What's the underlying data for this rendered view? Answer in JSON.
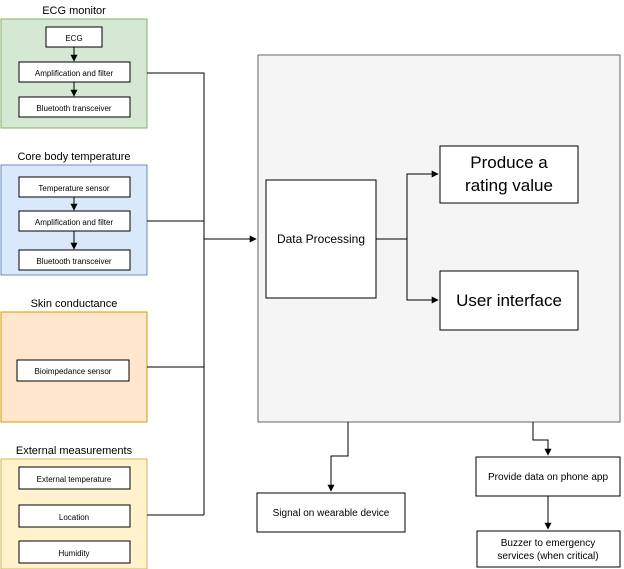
{
  "groups": {
    "ecg": {
      "title": "ECG monitor",
      "fill": "#d5e8d4",
      "stroke": "#82b366",
      "blocks": [
        "ECG",
        "Amplification and filter",
        "Bluetooth transceiver"
      ]
    },
    "core_temp": {
      "title": "Core body temperature",
      "fill": "#dae8fc",
      "stroke": "#6c8ebf",
      "blocks": [
        "Temperature sensor",
        "Amplification and filter",
        "Bluetooth transceiver"
      ]
    },
    "skin": {
      "title": "Skin conductance",
      "fill": "#ffe6cc",
      "stroke": "#d79b00",
      "blocks": [
        "Bioimpedance sensor"
      ]
    },
    "external": {
      "title": "External measurements",
      "fill": "#fff2cc",
      "stroke": "#d6b656",
      "blocks": [
        "External temperature",
        "Location",
        "Humidity"
      ]
    }
  },
  "processing": {
    "panel_fill": "#f5f5f5",
    "panel_stroke": "#666666",
    "data_processing": "Data Processing",
    "rating_line1": "Produce a",
    "rating_line2": "rating value",
    "user_interface": "User interface"
  },
  "outputs": {
    "wearable_signal": "Signal on wearable device",
    "phone_app": "Provide data on phone app",
    "buzzer_line1": "Buzzer to emergency",
    "buzzer_line2": "services (when critical)"
  }
}
